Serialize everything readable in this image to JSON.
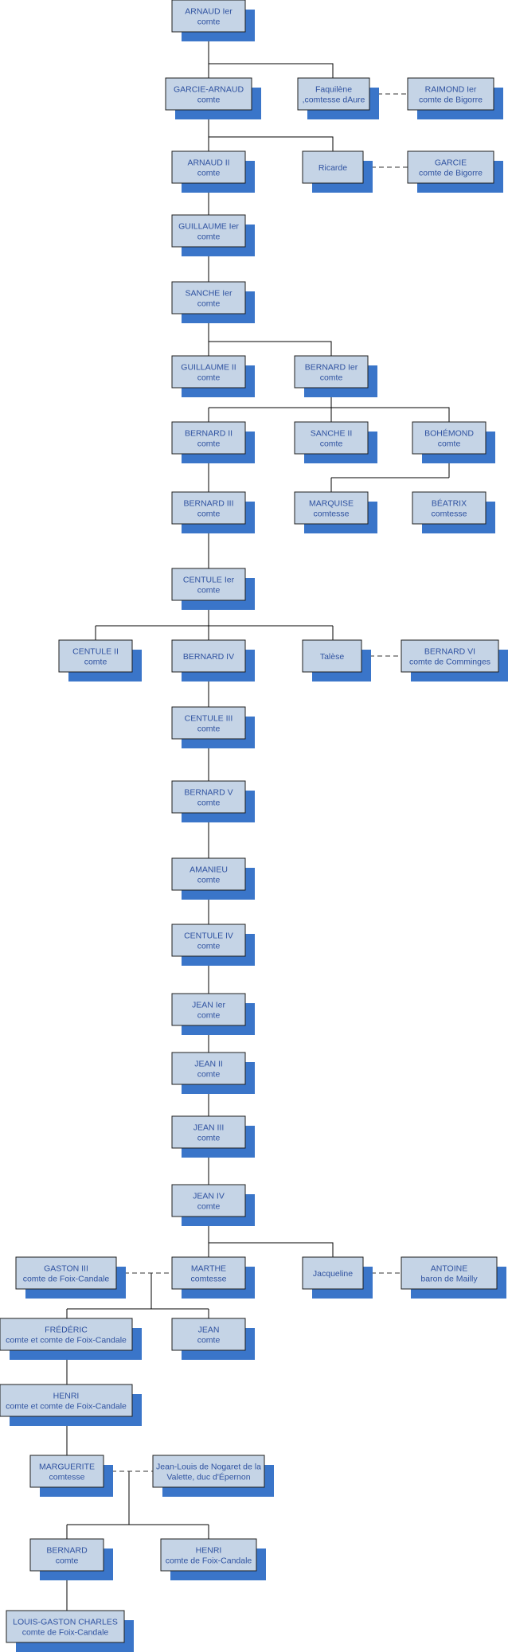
{
  "persons": [
    {
      "id": "arnaud1",
      "lines": [
        "ARNAUD Ier",
        "comte"
      ]
    },
    {
      "id": "garcie_arnaud",
      "lines": [
        "GARCIE-ARNAUD",
        "comte"
      ]
    },
    {
      "id": "faquilene",
      "lines": [
        "Faquilène",
        ",comtesse dAure"
      ]
    },
    {
      "id": "raimond1",
      "lines": [
        "RAIMOND Ier",
        "comte de Bigorre"
      ]
    },
    {
      "id": "arnaud2",
      "lines": [
        "ARNAUD II",
        "comte"
      ]
    },
    {
      "id": "ricarde",
      "lines": [
        "Ricarde"
      ]
    },
    {
      "id": "garcie",
      "lines": [
        "GARCIE",
        "comte de Bigorre"
      ]
    },
    {
      "id": "guillaume1",
      "lines": [
        "GUILLAUME Ier",
        "comte"
      ]
    },
    {
      "id": "sanche1",
      "lines": [
        "SANCHE Ier",
        "comte"
      ]
    },
    {
      "id": "guillaume2",
      "lines": [
        "GUILLAUME II",
        "comte"
      ]
    },
    {
      "id": "bernard1",
      "lines": [
        "BERNARD Ier",
        "comte"
      ]
    },
    {
      "id": "bernard2",
      "lines": [
        "BERNARD II",
        "comte"
      ]
    },
    {
      "id": "sanche2",
      "lines": [
        "SANCHE II",
        "comte"
      ]
    },
    {
      "id": "bohemond",
      "lines": [
        "BOHÉMOND",
        "comte"
      ]
    },
    {
      "id": "bernard3",
      "lines": [
        "BERNARD III",
        "comte"
      ]
    },
    {
      "id": "marquise",
      "lines": [
        "MARQUISE",
        "comtesse"
      ]
    },
    {
      "id": "beatrix",
      "lines": [
        "BÉATRIX",
        "comtesse"
      ]
    },
    {
      "id": "centule1",
      "lines": [
        "CENTULE Ier",
        "comte"
      ]
    },
    {
      "id": "centule2",
      "lines": [
        "CENTULE II",
        "comte"
      ]
    },
    {
      "id": "bernard4",
      "lines": [
        "BERNARD IV"
      ]
    },
    {
      "id": "talese",
      "lines": [
        "Talèse"
      ]
    },
    {
      "id": "bernard6",
      "lines": [
        "BERNARD VI",
        "comte de Comminges"
      ]
    },
    {
      "id": "centule3",
      "lines": [
        "CENTULE III",
        "comte"
      ]
    },
    {
      "id": "bernard5",
      "lines": [
        "BERNARD V",
        "comte"
      ]
    },
    {
      "id": "amanieu",
      "lines": [
        "AMANIEU",
        "comte"
      ]
    },
    {
      "id": "centule4",
      "lines": [
        "CENTULE IV",
        "comte"
      ]
    },
    {
      "id": "jean1",
      "lines": [
        "JEAN Ier",
        "comte"
      ]
    },
    {
      "id": "jean2",
      "lines": [
        "JEAN II",
        "comte"
      ]
    },
    {
      "id": "jean3",
      "lines": [
        "JEAN III",
        "comte"
      ]
    },
    {
      "id": "jean4",
      "lines": [
        "JEAN IV",
        "comte"
      ]
    },
    {
      "id": "gaston3",
      "lines": [
        "GASTON III",
        "comte de Foix-Candale"
      ]
    },
    {
      "id": "marthe",
      "lines": [
        "MARTHE",
        "comtesse"
      ]
    },
    {
      "id": "jacqueline",
      "lines": [
        "Jacqueline"
      ]
    },
    {
      "id": "antoine",
      "lines": [
        "ANTOINE",
        "baron de Mailly"
      ]
    },
    {
      "id": "frederic",
      "lines": [
        "FRÉDÉRIC",
        "comte et comte de Foix-Candale"
      ]
    },
    {
      "id": "jean",
      "lines": [
        "JEAN",
        "comte"
      ]
    },
    {
      "id": "henri_a",
      "lines": [
        "HENRI",
        "comte et comte de Foix-Candale"
      ]
    },
    {
      "id": "marguerite",
      "lines": [
        "MARGUERITE",
        "comtesse"
      ]
    },
    {
      "id": "nogaret",
      "lines": [
        "Jean-Louis de Nogaret de la",
        "Valette, duc d'Épernon"
      ]
    },
    {
      "id": "bernard",
      "lines": [
        "BERNARD",
        "comte"
      ]
    },
    {
      "id": "henri_b",
      "lines": [
        "HENRI",
        "comte de Foix-Candale"
      ]
    },
    {
      "id": "louis_gaston",
      "lines": [
        "LOUIS-GASTON CHARLES",
        "comte de Foix-Candale"
      ]
    }
  ]
}
